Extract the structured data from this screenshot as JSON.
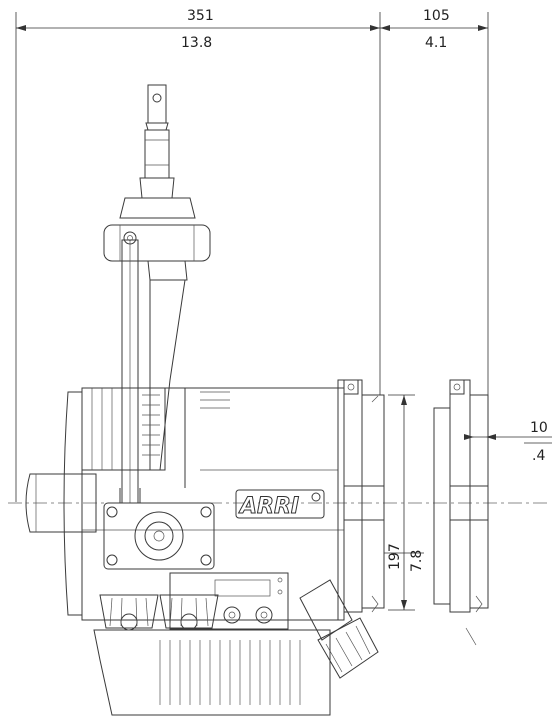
{
  "dimensions": {
    "overall_width": {
      "mm": "351",
      "in": "13.8"
    },
    "depth": {
      "mm": "105",
      "in": "4.1"
    },
    "height": {
      "mm": "197",
      "in": "7.8"
    },
    "offset": {
      "mm": "10",
      "in": ".4"
    }
  },
  "brand_logo": "ARRI",
  "colors": {
    "line": "#3a3a3a",
    "background": "#ffffff"
  }
}
